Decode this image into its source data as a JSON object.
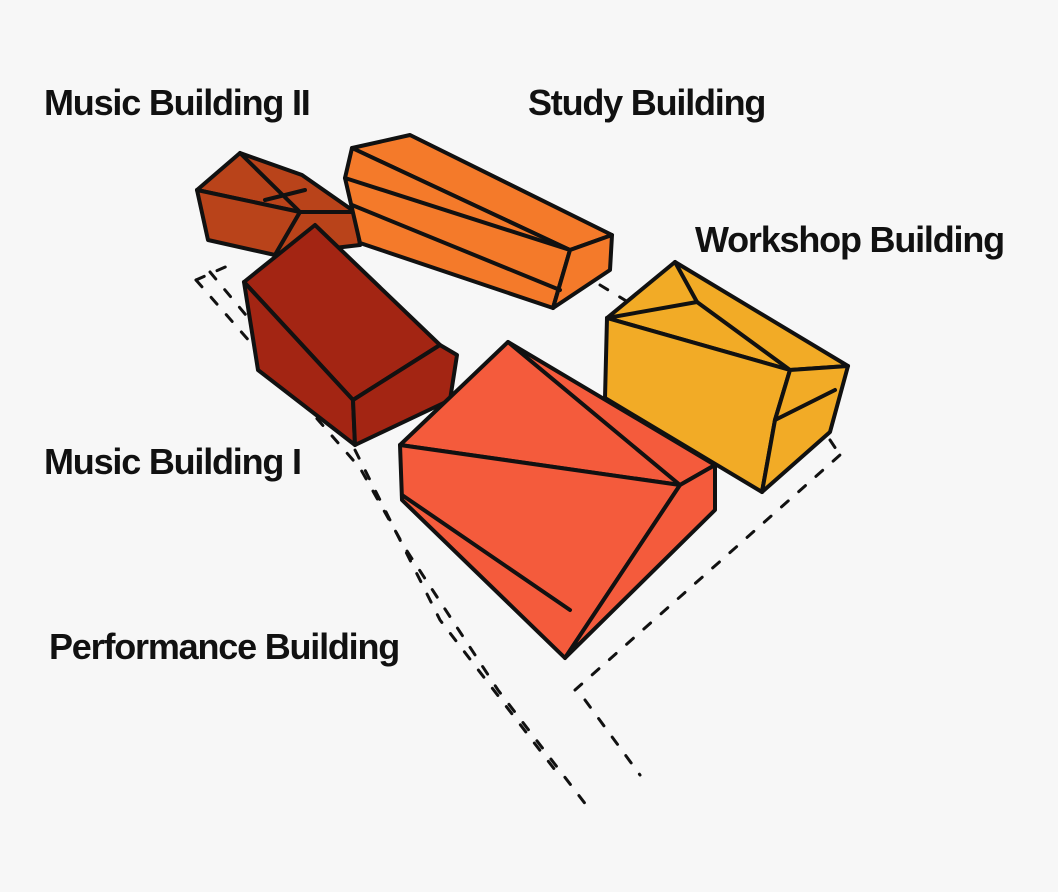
{
  "labels": {
    "music_building_2": "Music Building II",
    "study_building": "Study Building",
    "workshop_building": "Workshop Building",
    "music_building_1": "Music Building I",
    "performance_building": "Performance Building"
  },
  "colors": {
    "background": "#f7f7f7",
    "music_building_2": "#b9431a",
    "study_building": "#f47a2a",
    "workshop_building": "#f2ab26",
    "music_building_1": "#a32513",
    "performance_building": "#f45b3c",
    "outline": "#111111"
  }
}
